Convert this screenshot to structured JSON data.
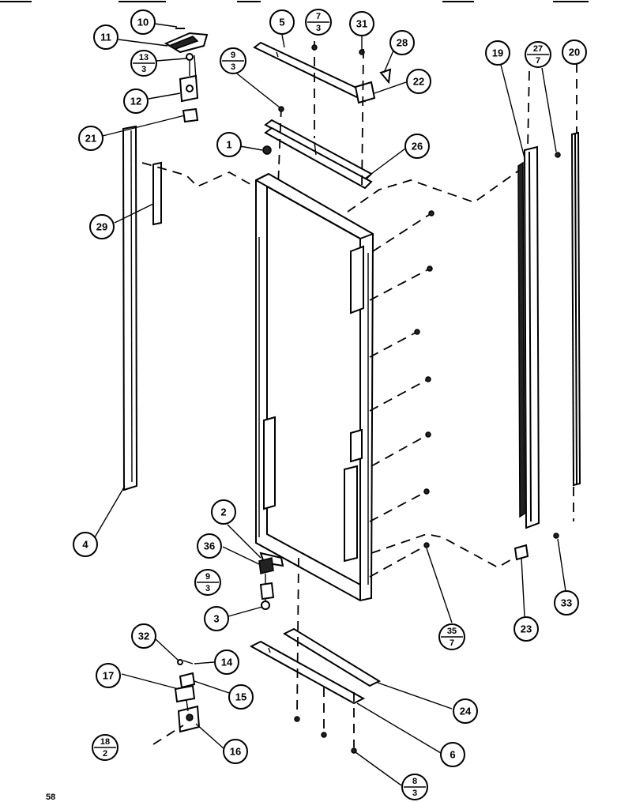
{
  "page_number": "58",
  "callouts": [
    {
      "id": "c10",
      "label": "10"
    },
    {
      "id": "c11",
      "label": "11"
    },
    {
      "id": "c13",
      "num": "13",
      "den": "3"
    },
    {
      "id": "c12",
      "label": "12"
    },
    {
      "id": "c21",
      "label": "21"
    },
    {
      "id": "c29",
      "label": "29"
    },
    {
      "id": "c4",
      "label": "4"
    },
    {
      "id": "c5",
      "label": "5"
    },
    {
      "id": "c7",
      "num": "7",
      "den": "3"
    },
    {
      "id": "c31",
      "label": "31"
    },
    {
      "id": "c28",
      "label": "28"
    },
    {
      "id": "c22",
      "label": "22"
    },
    {
      "id": "c9a",
      "num": "9",
      "den": "3"
    },
    {
      "id": "c1",
      "label": "1"
    },
    {
      "id": "c26",
      "label": "26"
    },
    {
      "id": "c19",
      "label": "19"
    },
    {
      "id": "c27",
      "num": "27",
      "den": "7"
    },
    {
      "id": "c20",
      "label": "20"
    },
    {
      "id": "c2",
      "label": "2"
    },
    {
      "id": "c36",
      "label": "36"
    },
    {
      "id": "c9b",
      "num": "9",
      "den": "3"
    },
    {
      "id": "c3",
      "label": "3"
    },
    {
      "id": "c35",
      "num": "35",
      "den": "7"
    },
    {
      "id": "c23",
      "label": "23"
    },
    {
      "id": "c33",
      "label": "33"
    },
    {
      "id": "c32",
      "label": "32"
    },
    {
      "id": "c14",
      "label": "14"
    },
    {
      "id": "c17",
      "label": "17"
    },
    {
      "id": "c15",
      "label": "15"
    },
    {
      "id": "c16",
      "label": "16"
    },
    {
      "id": "c18",
      "num": "18",
      "den": "2"
    },
    {
      "id": "c24",
      "label": "24"
    },
    {
      "id": "c6",
      "label": "6"
    },
    {
      "id": "c8",
      "num": "8",
      "den": "3"
    }
  ]
}
